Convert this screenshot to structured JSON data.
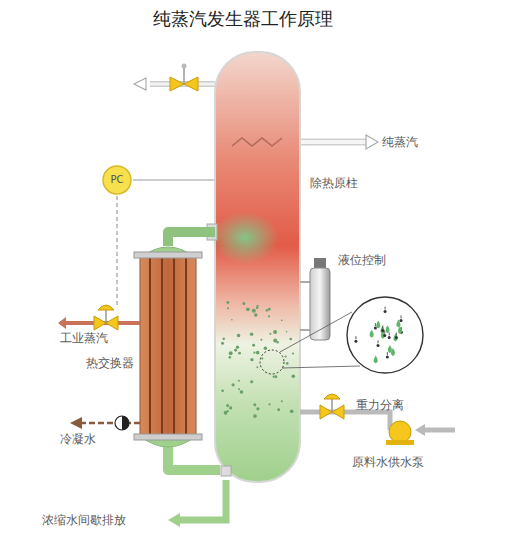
{
  "diagram": {
    "title": "纯蒸汽发生器工作原理",
    "nodes": [
      {
        "text": [
          "PC"
        ]
      }
    ],
    "labels": [
      "纯蒸汽",
      "除热原柱",
      "液位控制",
      "工业蒸汽",
      "热交换器",
      "重力分离",
      "冷凝水",
      "原料水供水泵",
      "浓缩水间歇排放"
    ]
  }
}
